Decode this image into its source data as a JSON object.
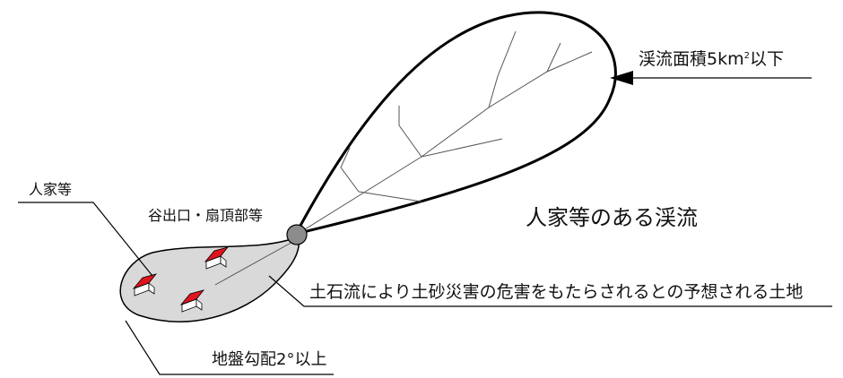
{
  "labels": {
    "catchment_area": "渓流面積5km",
    "catchment_area_sup": "2",
    "catchment_area_tail": "以下",
    "houses": "人家等",
    "valley_outlet": "谷出口・扇頂部等",
    "stream_with_houses": "人家等のある渓流",
    "hazard_zone": "土石流により土砂災害の危害をもたらされるとの予想される土地",
    "slope": "地盤勾配2°以上"
  },
  "colors": {
    "outline": "#000000",
    "fan_fill": "#d9d9d9",
    "outlet_fill": "#8c8c8c",
    "house_roof": "#e0141e",
    "house_wall": "#ffffff",
    "stream_lines": "#555555"
  }
}
